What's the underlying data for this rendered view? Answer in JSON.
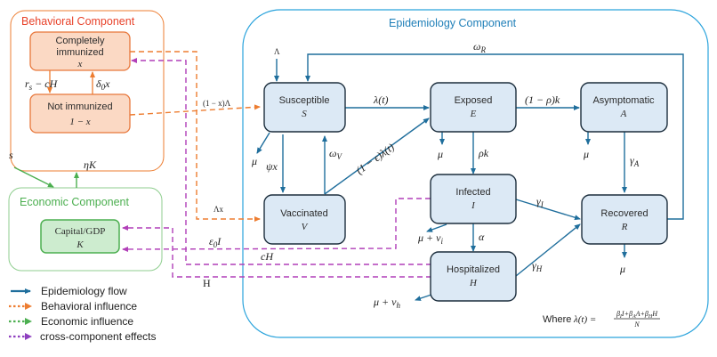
{
  "components": {
    "behavioral": {
      "title": "Behavioral Component",
      "color": "#e8432b"
    },
    "economic": {
      "title": "Economic Component",
      "color": "#4caf50"
    },
    "epidemiology": {
      "title": "Epidemiology Component",
      "color": "#1f7fb8"
    }
  },
  "nodes": {
    "completely_immunized": {
      "label_line1": "Completely",
      "label_line2": "immunized",
      "symbol": "x"
    },
    "not_immunized": {
      "label": "Not immunized",
      "symbol": "1 − x"
    },
    "capital": {
      "label": "Capital/GDP",
      "symbol": "K"
    },
    "susceptible": {
      "label": "Susceptible",
      "symbol": "S"
    },
    "exposed": {
      "label": "Exposed",
      "symbol": "E"
    },
    "asymptomatic": {
      "label": "Asymptomatic",
      "symbol": "A"
    },
    "vaccinated": {
      "label": "Vaccinated",
      "symbol": "V"
    },
    "infected": {
      "label": "Infected",
      "symbol": "I"
    },
    "recovered": {
      "label": "Recovered",
      "symbol": "R"
    },
    "hospitalized": {
      "label": "Hospitalized",
      "symbol": "H"
    }
  },
  "edge_labels": {
    "rs_minus_cH": "r",
    "rs_sub": "s",
    "rs_rest": " − cH",
    "delta0x": "δ",
    "delta0x_sub": "0",
    "delta0x_rest": "x",
    "eta_K": "ηK",
    "s_input": "s",
    "one_minus_x_lambda": "(1 − x)Λ",
    "lambda_x": "Λx",
    "epsilon0_I": "ε",
    "epsilon0_sub": "0",
    "epsilon0_rest": "I",
    "cH": "cH",
    "H": "H",
    "Lambda": "Λ",
    "omega_R": "ω",
    "omega_R_sub": "R",
    "lambda_t": "λ(t)",
    "one_minus_rho_k": "(1 − ρ)k",
    "mu": "μ",
    "psi_x": "ψx",
    "omega_V": "ω",
    "omega_V_sub": "V",
    "one_minus_eps_lambda": "(1 − ϵ)λ(t)",
    "rho_k": "ρk",
    "gamma_A": "γ",
    "gamma_A_sub": "A",
    "gamma_I": "γ",
    "gamma_I_sub": "I",
    "gamma_H": "γ",
    "gamma_H_sub": "H",
    "alpha": "α",
    "mu_nu_i": "μ + ν",
    "mu_nu_i_sub": "i",
    "mu_nu_h": "μ + ν",
    "mu_nu_h_sub": "h"
  },
  "formula": {
    "prefix": "Where ",
    "lhs": "λ(t) = ",
    "numerator": "βᵢI+β_AA+β_HH",
    "numerator_parts": [
      "β",
      "I",
      "I+β",
      "A",
      "A+β",
      "H",
      "H"
    ],
    "denominator": "N"
  },
  "legend": [
    {
      "label": "Epidemiology flow",
      "color": "#1f6e9c",
      "style": "solid"
    },
    {
      "label": "Behavioral influence",
      "color": "#ed7d31",
      "style": "dotted"
    },
    {
      "label": "Economic influence",
      "color": "#4caf50",
      "style": "dotted"
    },
    {
      "label": "cross-component effects",
      "color": "#8e3fbf",
      "style": "dotted"
    }
  ],
  "colors": {
    "flow": "#1f6e9c",
    "behavioral_dash": "#ed7d31",
    "cross_dash": "#b13fb8",
    "economic_line": "#4caf50",
    "node_fill": "#dce9f5",
    "node_stroke": "#1c2e3d",
    "behav_node_fill": "#fbd9c4",
    "behav_node_stroke": "#e8773b",
    "econ_node_fill": "#cdeccf",
    "econ_node_stroke": "#4caf50"
  }
}
